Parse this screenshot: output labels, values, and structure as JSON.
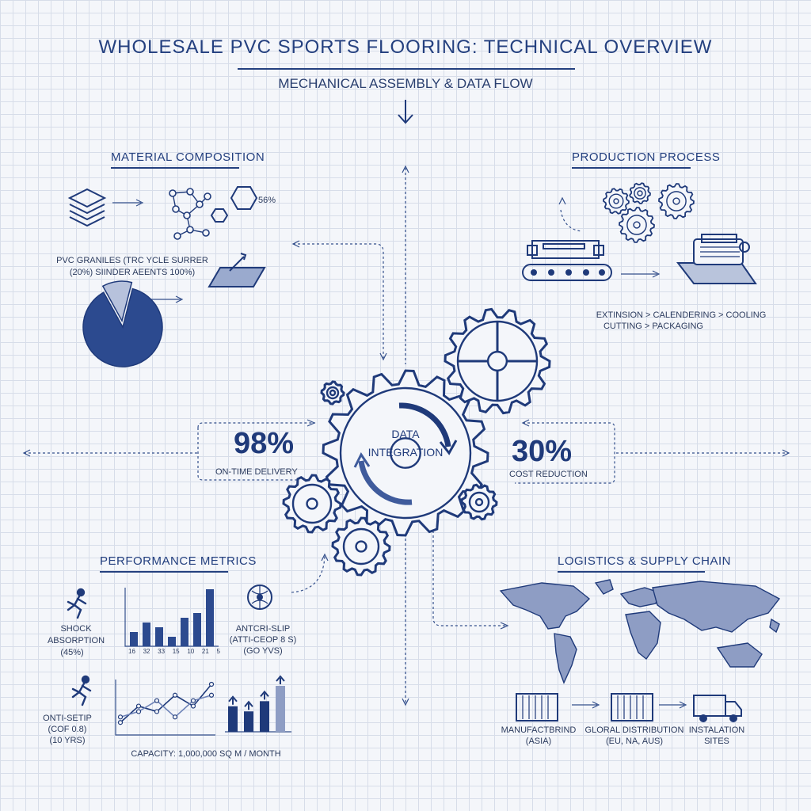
{
  "header": {
    "title": "WHOLESALE PVC SPORTS FLOORING: TECHNICAL OVERVIEW",
    "subtitle": "MECHANICAL ASSEMBLY & DATA FLOW"
  },
  "material": {
    "heading": "MATERIAL COMPOSITION",
    "pct_label": "56%",
    "line1": "PVC GRANILES (TRC YCLE SURRER",
    "line2": "(20%)  SIINDER AEENTS 100%)"
  },
  "production": {
    "heading": "PRODUCTION PROCESS",
    "steps1": "EXTINSION > CALENDERING > COOLING",
    "steps2": "CUTTING > PACKAGING"
  },
  "center": {
    "line1": "DATA",
    "line2": "INTEGRATION"
  },
  "kpis": {
    "left_value": "98%",
    "left_label": "ON-TIME DELIVERY",
    "right_value": "30%",
    "right_label": "COST REDUCTION"
  },
  "performance": {
    "heading": "PERFORMANCE METRICS",
    "shock1": "SHOCK",
    "shock2": "ABSORPTION",
    "shock3": "(45%)",
    "slip1": "ANTCRI-SLIP",
    "slip2": "(ATTI-CEOP 8 S)",
    "slip3": "(GO YVS)",
    "onti1": "ONTI-SETIP",
    "onti2": "(COF 0.8)",
    "onti3": "(10 YRS)",
    "capacity": "CAPACITY: 1,000,000 SQ M / MONTH",
    "bar_ticks": [
      "16",
      "32",
      "33",
      "15",
      "10",
      "21",
      "5"
    ]
  },
  "logistics": {
    "heading": "LOGISTICS & SUPPLY CHAIN",
    "node1a": "MANUFACTBRIND",
    "node1b": "(ASIA)",
    "node2a": "GLORAL DISTRIBUTION",
    "node2b": "(EU, NA, AUS)",
    "node3a": "INSTALATION",
    "node3b": "SITES"
  },
  "chart_data": [
    {
      "type": "pie",
      "values": [
        88,
        12
      ]
    },
    {
      "type": "bar",
      "categories": [
        "16",
        "32",
        "33",
        "15",
        "10",
        "21",
        "5"
      ],
      "values": [
        3,
        5,
        4,
        2,
        6,
        7,
        12
      ]
    },
    {
      "type": "line",
      "series": [
        {
          "values": [
            2,
            5,
            4,
            7,
            5,
            9
          ]
        },
        {
          "values": [
            3,
            4,
            6,
            3,
            6,
            7
          ]
        }
      ]
    },
    {
      "type": "bar",
      "values": [
        5,
        4,
        6,
        9
      ]
    }
  ],
  "colors": {
    "ink": "#1f3a7a",
    "accent": "#2c4a8f"
  }
}
